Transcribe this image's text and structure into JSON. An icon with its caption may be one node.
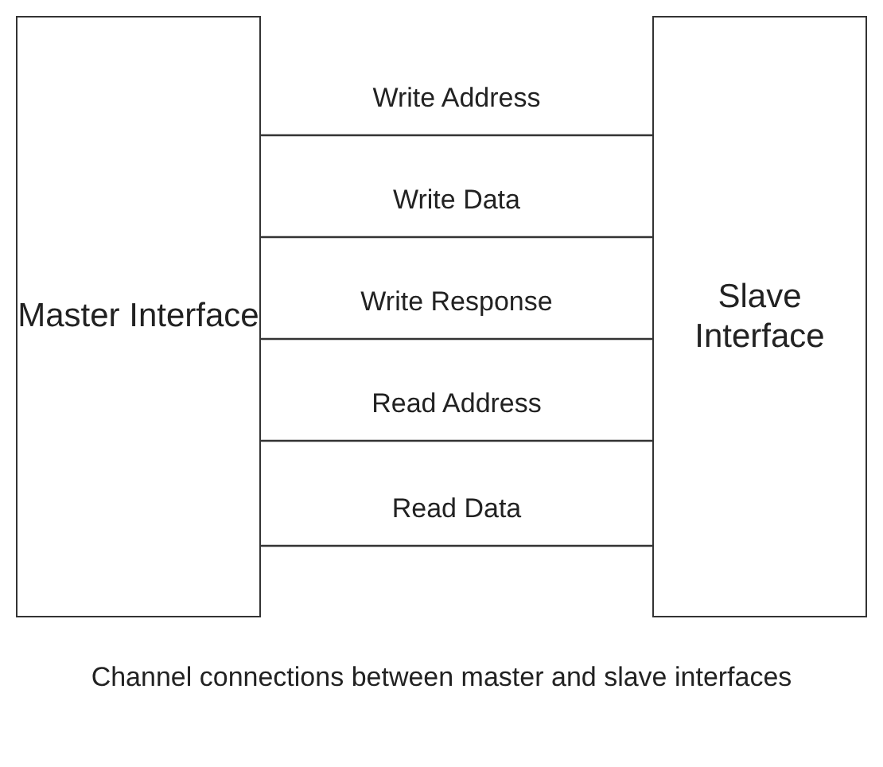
{
  "diagram": {
    "caption": "Channel connections between master and slave interfaces",
    "nodes": [
      {
        "text": [
          "Master Interface"
        ]
      },
      {
        "text": [
          "Slave Interface"
        ]
      }
    ],
    "edges": [
      {
        "from": 0,
        "to": 1,
        "arrow": "none",
        "label": "Write Address"
      },
      {
        "from": 0,
        "to": 1,
        "arrow": "none",
        "label": "Write Data"
      },
      {
        "from": 0,
        "to": 1,
        "arrow": "none",
        "label": "Write Response"
      },
      {
        "from": 0,
        "to": 1,
        "arrow": "none",
        "label": "Read Address"
      },
      {
        "from": 0,
        "to": 1,
        "arrow": "none",
        "label": "Read Data"
      }
    ]
  }
}
